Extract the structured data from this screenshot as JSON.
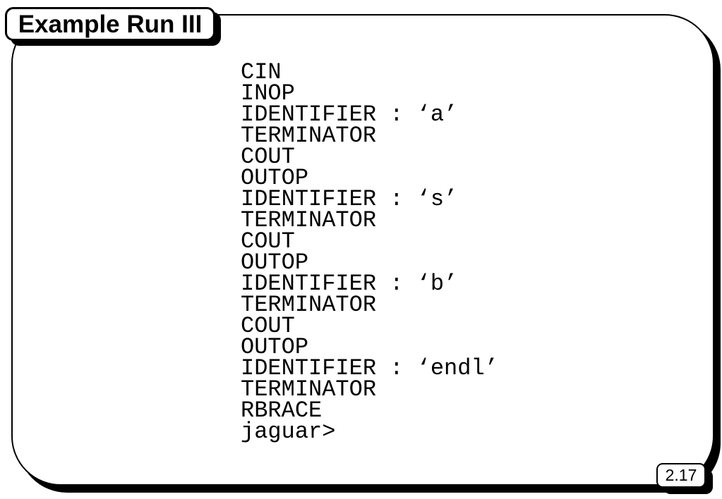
{
  "slide": {
    "title": "Example Run III",
    "page_number": "2.17",
    "colors": {
      "background": "#ffffff",
      "foreground": "#000000"
    },
    "terminal_output": {
      "lines": [
        "CIN",
        "INOP",
        "IDENTIFIER : ‘a’",
        "TERMINATOR",
        "COUT",
        "OUTOP",
        "IDENTIFIER : ‘s’",
        "TERMINATOR",
        "COUT",
        "OUTOP",
        "IDENTIFIER : ‘b’",
        "TERMINATOR",
        "COUT",
        "OUTOP",
        "IDENTIFIER : ‘endl’",
        "TERMINATOR",
        "RBRACE",
        "jaguar>"
      ]
    }
  }
}
